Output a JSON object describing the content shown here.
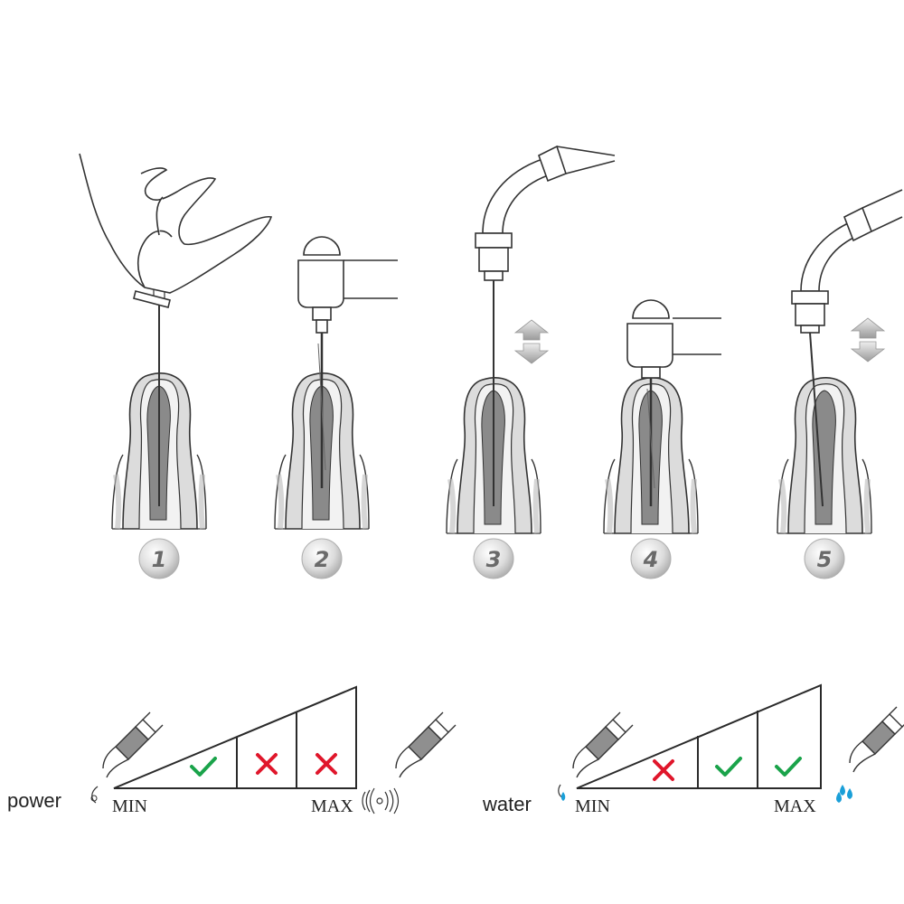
{
  "steps": [
    {
      "number": "1",
      "tool": "hand-file"
    },
    {
      "number": "2",
      "tool": "contra-angle-handpiece"
    },
    {
      "number": "3",
      "tool": "ultrasonic-scaler-tip"
    },
    {
      "number": "4",
      "tool": "contra-angle-handpiece"
    },
    {
      "number": "5",
      "tool": "ultrasonic-scaler-tip"
    }
  ],
  "scales": [
    {
      "label": "power",
      "min_label": "MIN",
      "max_label": "MAX",
      "cells": [
        "check",
        "cross",
        "cross"
      ],
      "max_icon": "vibration-waves-icon"
    },
    {
      "label": "water",
      "min_label": "MIN",
      "max_label": "MAX",
      "cells": [
        "cross",
        "check",
        "check"
      ],
      "max_icon": "water-drops-icon"
    }
  ],
  "colors": {
    "check": "#1aa34a",
    "cross": "#e0162b",
    "water": "#1a9fd8",
    "line": "#2a2a2a",
    "tooth_fill": "#d9d9d9",
    "root_fill": "#8a8a8a"
  }
}
